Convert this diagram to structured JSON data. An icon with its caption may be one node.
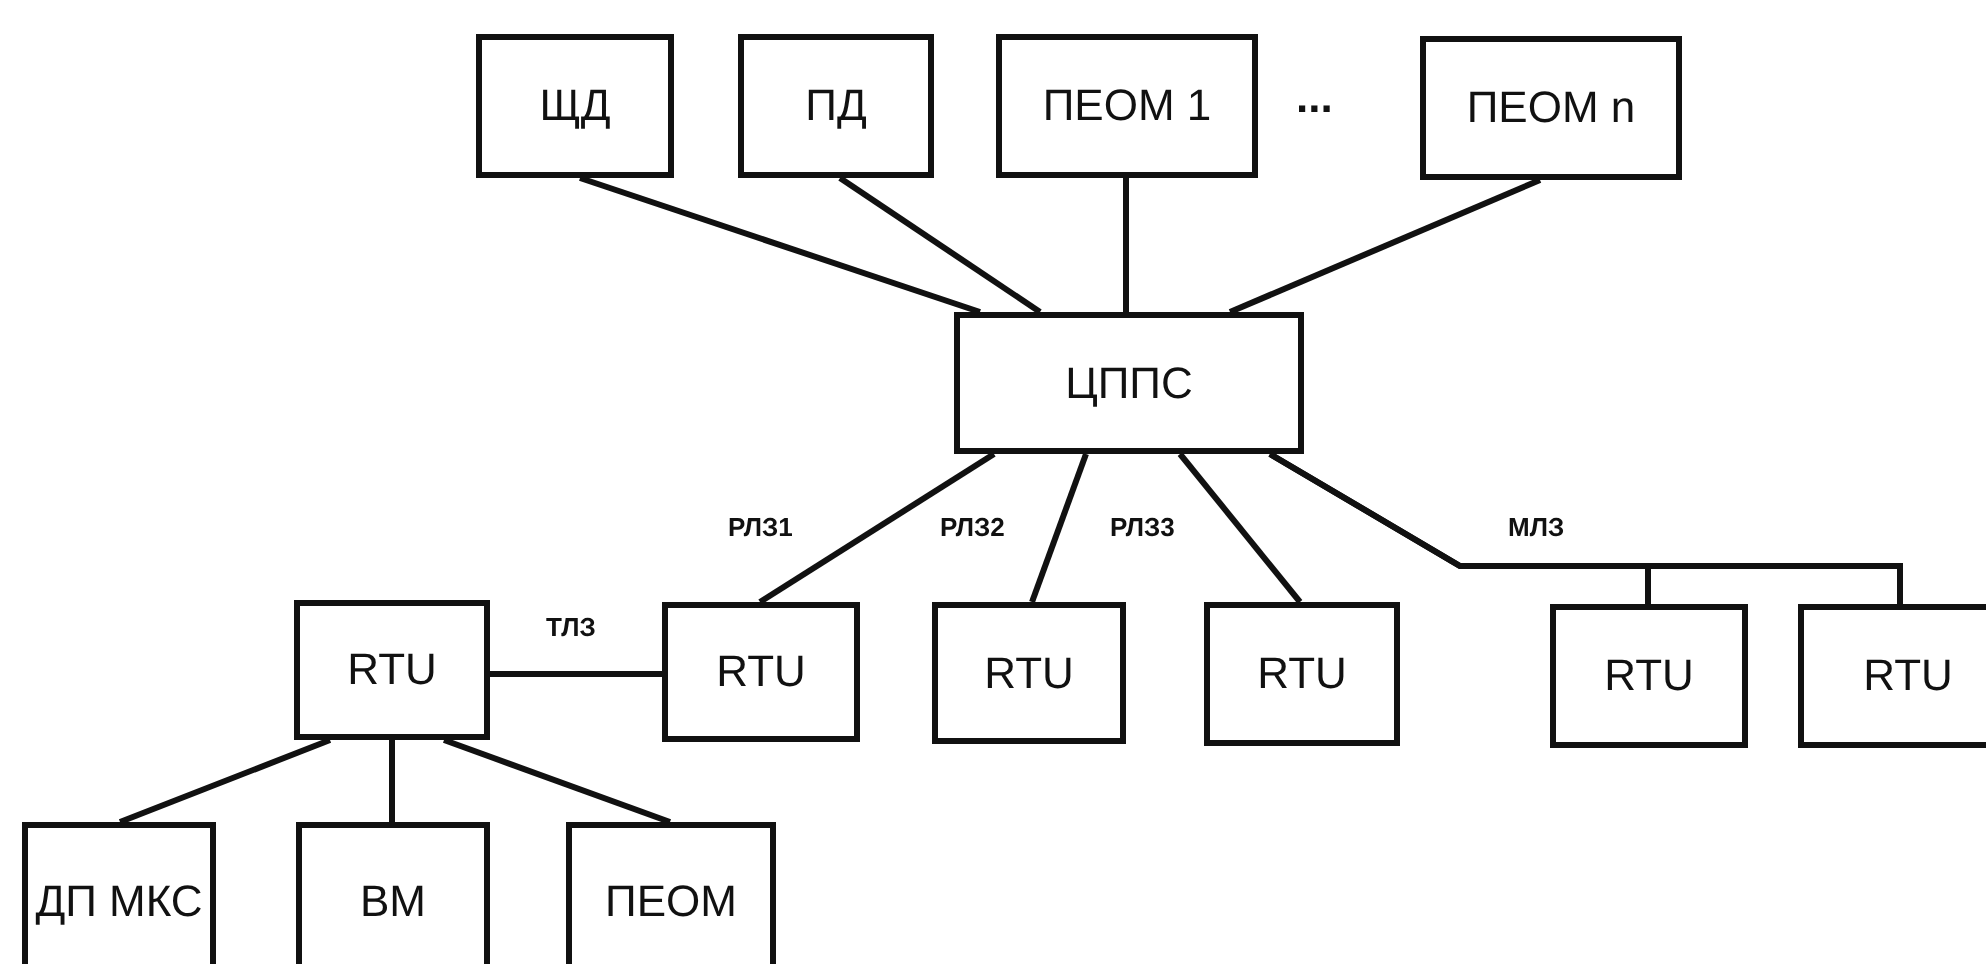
{
  "diagram": {
    "nodes": [
      {
        "text": [
          "ЩД"
        ]
      },
      {
        "text": [
          "ПД"
        ]
      },
      {
        "text": [
          "ПЕОМ 1"
        ]
      },
      {
        "text": [
          "ПЕОМ n"
        ]
      },
      {
        "text": [
          "ЦППС"
        ]
      },
      {
        "text": [
          "RTU"
        ]
      },
      {
        "text": [
          "RTU"
        ]
      },
      {
        "text": [
          "RTU"
        ]
      },
      {
        "text": [
          "RTU"
        ]
      },
      {
        "text": [
          "RTU"
        ]
      },
      {
        "text": [
          "RTU"
        ]
      },
      {
        "text": [
          "ДП МКС"
        ]
      },
      {
        "text": [
          "ВМ"
        ]
      },
      {
        "text": [
          "ПЕОМ"
        ]
      }
    ],
    "edges": [
      {
        "from": 4,
        "to": 0,
        "arrow": "none"
      },
      {
        "from": 4,
        "to": 1,
        "arrow": "none"
      },
      {
        "from": 4,
        "to": 2,
        "arrow": "none"
      },
      {
        "from": 4,
        "to": 3,
        "arrow": "none"
      },
      {
        "from": 4,
        "to": 6,
        "arrow": "none",
        "label": "РЛЗ1"
      },
      {
        "from": 4,
        "to": 7,
        "arrow": "none",
        "label": "РЛЗ2"
      },
      {
        "from": 4,
        "to": 8,
        "arrow": "none",
        "label": "РЛЗ3"
      },
      {
        "from": 4,
        "to": 9,
        "arrow": "none",
        "label": "МЛЗ"
      },
      {
        "from": 4,
        "to": 10,
        "arrow": "none"
      },
      {
        "from": 6,
        "to": 5,
        "arrow": "none",
        "label": "ТЛЗ"
      },
      {
        "from": 5,
        "to": 11,
        "arrow": "none"
      },
      {
        "from": 5,
        "to": 12,
        "arrow": "none"
      },
      {
        "from": 5,
        "to": 13,
        "arrow": "none"
      }
    ],
    "labels": [
      "..."
    ]
  }
}
